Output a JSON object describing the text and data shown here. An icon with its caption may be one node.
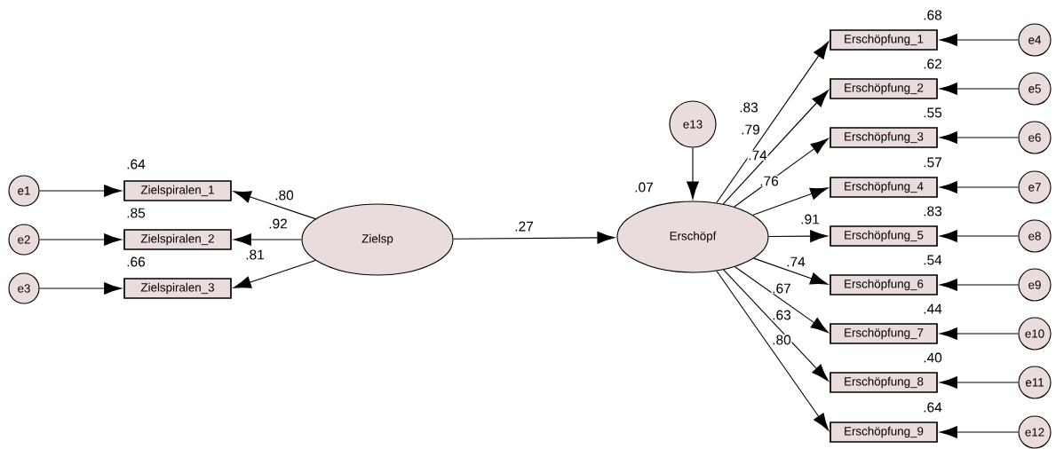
{
  "diagram": {
    "nodes": [
      {
        "text": [
          "Zielsp"
        ]
      },
      {
        "text": [
          "Erschöpf"
        ],
        "beside": [
          ".07"
        ]
      },
      {
        "text": [
          "Zielspiralen_1"
        ],
        "beside": [
          ".64"
        ]
      },
      {
        "text": [
          "Zielspiralen_2"
        ],
        "beside": [
          ".85"
        ]
      },
      {
        "text": [
          "Zielspiralen_3"
        ],
        "beside": [
          ".66"
        ]
      },
      {
        "text": [
          "Erschöpfung_1"
        ],
        "beside": [
          ".68"
        ]
      },
      {
        "text": [
          "Erschöpfung_2"
        ],
        "beside": [
          ".62"
        ]
      },
      {
        "text": [
          "Erschöpfung_3"
        ],
        "beside": [
          ".55"
        ]
      },
      {
        "text": [
          "Erschöpfung_4"
        ],
        "beside": [
          ".57"
        ]
      },
      {
        "text": [
          "Erschöpfung_5"
        ],
        "beside": [
          ".83"
        ]
      },
      {
        "text": [
          "Erschöpfung_6"
        ],
        "beside": [
          ".54"
        ]
      },
      {
        "text": [
          "Erschöpfung_7"
        ],
        "beside": [
          ".44"
        ]
      },
      {
        "text": [
          "Erschöpfung_8"
        ],
        "beside": [
          ".40"
        ]
      },
      {
        "text": [
          "Erschöpfung_9"
        ],
        "beside": [
          ".64"
        ]
      },
      {
        "text": [
          "e1"
        ]
      },
      {
        "text": [
          "e2"
        ]
      },
      {
        "text": [
          "e3"
        ]
      },
      {
        "text": [
          "e4"
        ]
      },
      {
        "text": [
          "e5"
        ]
      },
      {
        "text": [
          "e6"
        ]
      },
      {
        "text": [
          "e7"
        ]
      },
      {
        "text": [
          "e8"
        ]
      },
      {
        "text": [
          "e9"
        ]
      },
      {
        "text": [
          "e10"
        ]
      },
      {
        "text": [
          "e11"
        ]
      },
      {
        "text": [
          "e12"
        ]
      },
      {
        "text": [
          "e13"
        ]
      }
    ],
    "edges": [
      {
        "from": 14,
        "to": 2,
        "arrow": "to"
      },
      {
        "from": 15,
        "to": 3,
        "arrow": "to"
      },
      {
        "from": 16,
        "to": 4,
        "arrow": "to"
      },
      {
        "from": 0,
        "to": 2,
        "arrow": "to",
        "label": ".80"
      },
      {
        "from": 0,
        "to": 3,
        "arrow": "to",
        "label": ".92"
      },
      {
        "from": 0,
        "to": 4,
        "arrow": "to",
        "label": ".81"
      },
      {
        "from": 0,
        "to": 1,
        "arrow": "to",
        "label": ".27"
      },
      {
        "from": 26,
        "to": 1,
        "arrow": "to"
      },
      {
        "from": 1,
        "to": 5,
        "arrow": "to",
        "label": ".83"
      },
      {
        "from": 1,
        "to": 6,
        "arrow": "to",
        "label": ".79"
      },
      {
        "from": 1,
        "to": 7,
        "arrow": "to",
        "label": ".74"
      },
      {
        "from": 1,
        "to": 8,
        "arrow": "to",
        "label": ".76"
      },
      {
        "from": 1,
        "to": 9,
        "arrow": "to",
        "label": ".91"
      },
      {
        "from": 1,
        "to": 10,
        "arrow": "to",
        "label": ".74"
      },
      {
        "from": 1,
        "to": 11,
        "arrow": "to",
        "label": ".67"
      },
      {
        "from": 1,
        "to": 12,
        "arrow": "to",
        "label": ".63"
      },
      {
        "from": 1,
        "to": 13,
        "arrow": "to",
        "label": ".80"
      },
      {
        "from": 17,
        "to": 5,
        "arrow": "to"
      },
      {
        "from": 18,
        "to": 6,
        "arrow": "to"
      },
      {
        "from": 19,
        "to": 7,
        "arrow": "to"
      },
      {
        "from": 20,
        "to": 8,
        "arrow": "to"
      },
      {
        "from": 21,
        "to": 9,
        "arrow": "to"
      },
      {
        "from": 22,
        "to": 10,
        "arrow": "to"
      },
      {
        "from": 23,
        "to": 11,
        "arrow": "to"
      },
      {
        "from": 24,
        "to": 12,
        "arrow": "to"
      },
      {
        "from": 25,
        "to": 13,
        "arrow": "to"
      }
    ]
  }
}
